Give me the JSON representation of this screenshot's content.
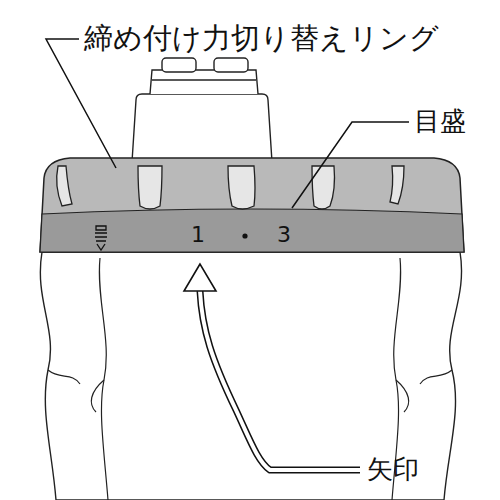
{
  "diagram": {
    "labels": [
      "締め付け力切り替えリング",
      "目盛",
      "1",
      "3",
      "矢印"
    ]
  }
}
